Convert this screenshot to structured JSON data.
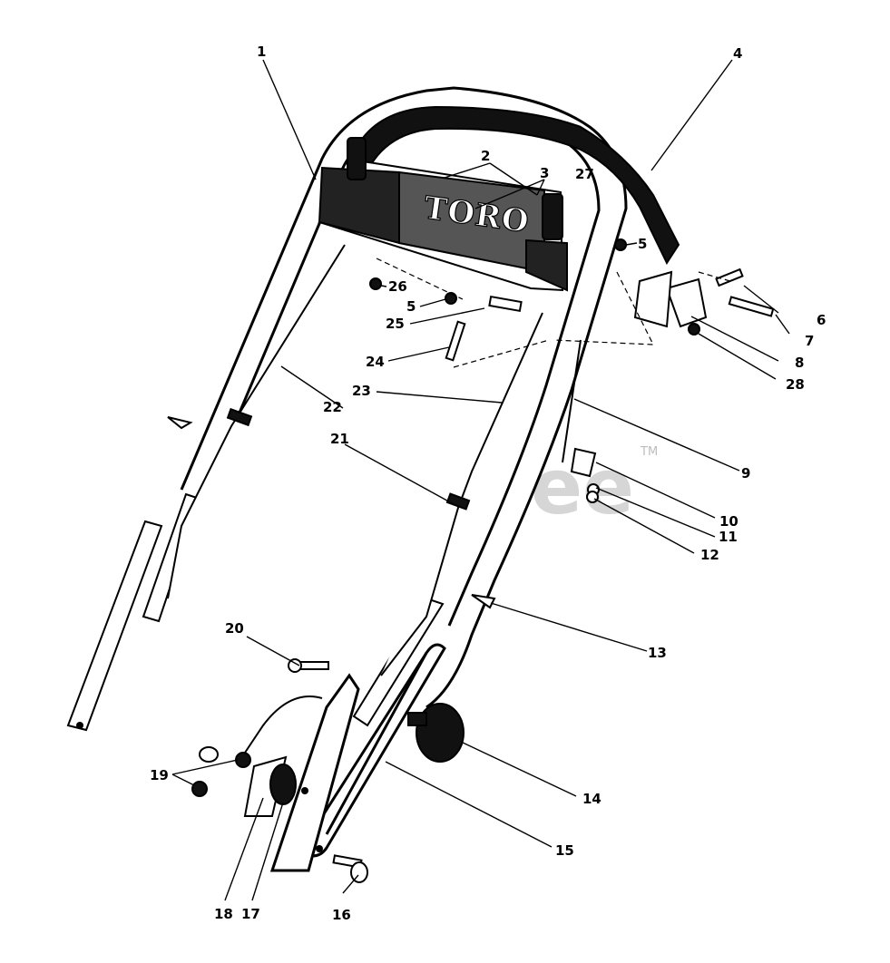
{
  "diagram": {
    "brand_logo_text": "TORO",
    "watermark": "PartsTree",
    "watermark_mark": "TM"
  },
  "callouts": [
    {
      "id": "c1",
      "label": "1"
    },
    {
      "id": "c2",
      "label": "2"
    },
    {
      "id": "c3",
      "label": "3"
    },
    {
      "id": "c4",
      "label": "4"
    },
    {
      "id": "c5a",
      "label": "5"
    },
    {
      "id": "c5b",
      "label": "5"
    },
    {
      "id": "c6",
      "label": "6"
    },
    {
      "id": "c7",
      "label": "7"
    },
    {
      "id": "c8",
      "label": "8"
    },
    {
      "id": "c9",
      "label": "9"
    },
    {
      "id": "c10",
      "label": "10"
    },
    {
      "id": "c11",
      "label": "11"
    },
    {
      "id": "c12",
      "label": "12"
    },
    {
      "id": "c13",
      "label": "13"
    },
    {
      "id": "c14",
      "label": "14"
    },
    {
      "id": "c15",
      "label": "15"
    },
    {
      "id": "c16",
      "label": "16"
    },
    {
      "id": "c17",
      "label": "17"
    },
    {
      "id": "c18",
      "label": "18"
    },
    {
      "id": "c19",
      "label": "19"
    },
    {
      "id": "c20",
      "label": "20"
    },
    {
      "id": "c21",
      "label": "21"
    },
    {
      "id": "c22",
      "label": "22"
    },
    {
      "id": "c23",
      "label": "23"
    },
    {
      "id": "c24",
      "label": "24"
    },
    {
      "id": "c25",
      "label": "25"
    },
    {
      "id": "c26",
      "label": "26"
    },
    {
      "id": "c27",
      "label": "27"
    },
    {
      "id": "c28",
      "label": "28"
    }
  ]
}
